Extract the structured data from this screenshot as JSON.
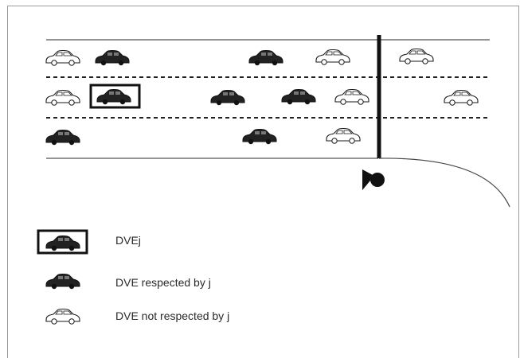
{
  "legend": {
    "dvej": "DVEj",
    "respected": "DVE respected by j",
    "not_respected": "DVE not respected by j"
  },
  "colors": {
    "dark_car": "#222222",
    "light_car_fill": "#ffffff",
    "outline": "#1a1a1a"
  },
  "lanes": [
    {
      "name": "top",
      "cars": [
        "not-respected",
        "respected",
        "respected",
        "not-respected",
        "not-respected"
      ]
    },
    {
      "name": "middle",
      "cars": [
        "not-respected",
        "dvej",
        "respected",
        "respected",
        "not-respected",
        "not-respected"
      ]
    },
    {
      "name": "bottom",
      "cars": [
        "respected",
        "respected",
        "not-respected"
      ]
    }
  ],
  "icons": [
    "car-icon",
    "merge-marker-icon"
  ]
}
